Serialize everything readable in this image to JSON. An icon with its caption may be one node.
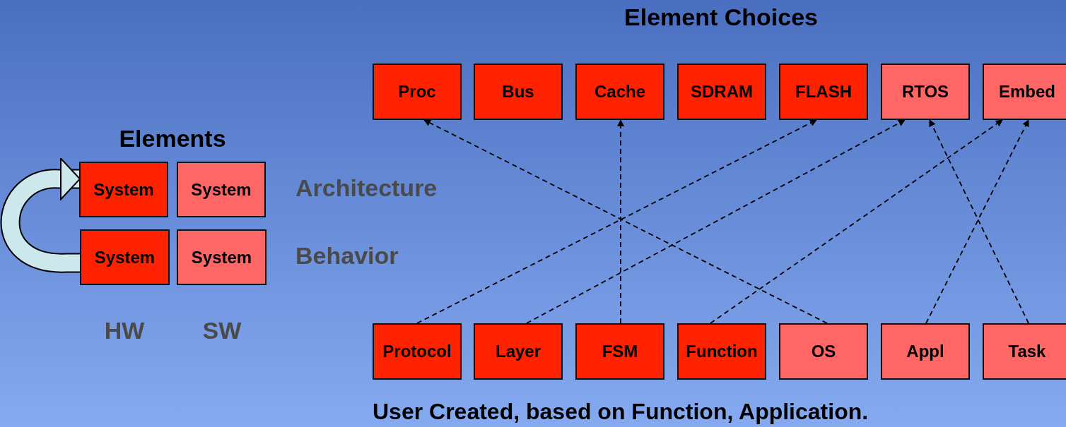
{
  "diagram": {
    "title": "Element Choices",
    "caption": "User Created, based on Function, Application.",
    "nodes": [
      {
        "text": [
          "System"
        ]
      },
      {
        "text": [
          "System"
        ]
      },
      {
        "text": [
          "System"
        ]
      },
      {
        "text": [
          "System"
        ]
      },
      {
        "text": [
          "Proc"
        ]
      },
      {
        "text": [
          "Bus"
        ]
      },
      {
        "text": [
          "Cache"
        ]
      },
      {
        "text": [
          "SDRAM"
        ]
      },
      {
        "text": [
          "FLASH"
        ]
      },
      {
        "text": [
          "RTOS"
        ]
      },
      {
        "text": [
          "Embed"
        ]
      },
      {
        "text": [
          "Protocol"
        ]
      },
      {
        "text": [
          "Layer"
        ]
      },
      {
        "text": [
          "FSM"
        ]
      },
      {
        "text": [
          "Function"
        ]
      },
      {
        "text": [
          "OS"
        ]
      },
      {
        "text": [
          "Appl"
        ]
      },
      {
        "text": [
          "Task"
        ]
      }
    ],
    "edges": [
      {
        "from": 2,
        "to": 0,
        "arrow": "to",
        "style": "thick",
        "color": "#cde8ec"
      },
      {
        "from": 15,
        "to": 4,
        "arrow": "to",
        "style": "dashed"
      },
      {
        "from": 13,
        "to": 6,
        "arrow": "to",
        "style": "dashed"
      },
      {
        "from": 11,
        "to": 8,
        "arrow": "to",
        "style": "dashed"
      },
      {
        "from": 12,
        "to": 9,
        "arrow": "to",
        "style": "dashed"
      },
      {
        "from": 14,
        "to": 10,
        "arrow": "to",
        "style": "dashed"
      },
      {
        "from": 16,
        "to": 10,
        "arrow": "to",
        "style": "dashed"
      },
      {
        "from": 17,
        "to": 9,
        "arrow": "to",
        "style": "dashed"
      }
    ],
    "labels": [
      "Elements",
      "Architecture",
      "Behavior",
      "HW",
      "SW"
    ]
  }
}
